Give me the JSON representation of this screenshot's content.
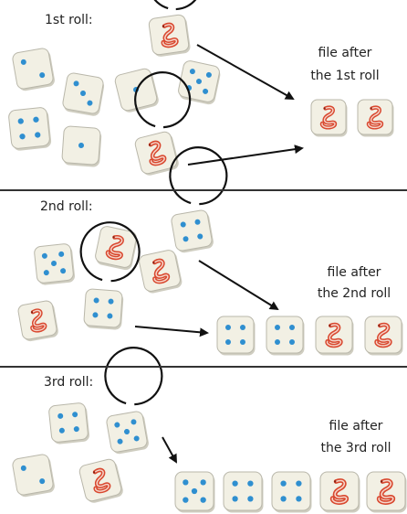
{
  "rolls": [
    {
      "label": "1st roll:",
      "file_label_1": "file after",
      "file_label_2": "the 1st roll",
      "dice": [
        {
          "face": "worm",
          "circled": true
        },
        {
          "face": 2
        },
        {
          "face": 3
        },
        {
          "face": 1
        },
        {
          "face": 5
        },
        {
          "face": 4
        },
        {
          "face": 1
        },
        {
          "face": "worm",
          "circled": true
        }
      ],
      "file": [
        "worm",
        "worm"
      ]
    },
    {
      "label": "2nd roll:",
      "file_label_1": "file after",
      "file_label_2": "the 2nd roll",
      "dice": [
        {
          "face": 4,
          "circled": true
        },
        {
          "face": 5
        },
        {
          "face": "worm"
        },
        {
          "face": "worm"
        },
        {
          "face": "worm"
        },
        {
          "face": 4,
          "circled": true
        }
      ],
      "file": [
        4,
        4,
        "worm",
        "worm"
      ]
    },
    {
      "label": "3rd  roll:",
      "file_label_1": "file after",
      "file_label_2": "the 3rd roll",
      "dice": [
        {
          "face": 4
        },
        {
          "face": 5,
          "circled": true
        },
        {
          "face": 2
        },
        {
          "face": "worm"
        }
      ],
      "file": [
        5,
        4,
        4,
        "worm",
        "worm"
      ]
    }
  ],
  "colors": {
    "pip": "#2f8fd0",
    "worm": "#d9482f",
    "die": "#f2f0e4",
    "die_edge": "#b9b7aa"
  }
}
